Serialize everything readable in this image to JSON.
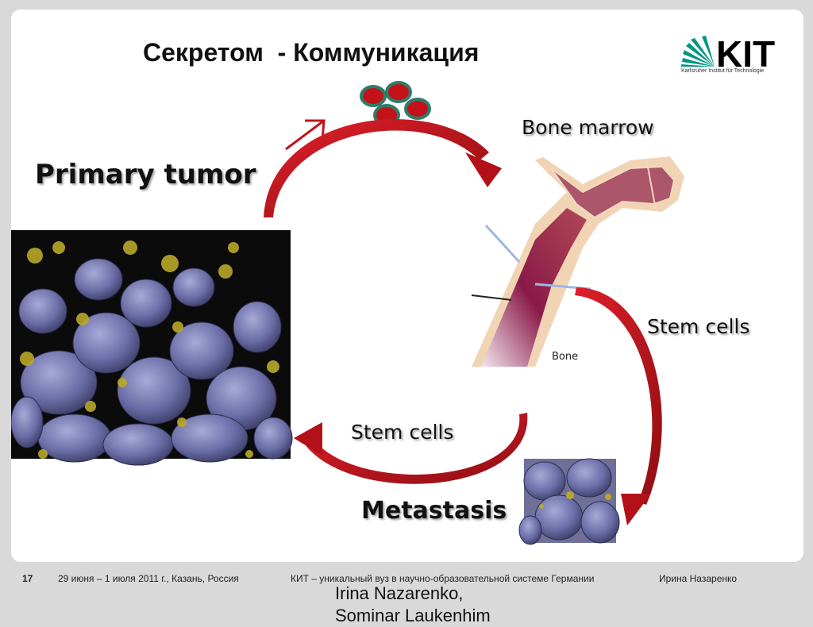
{
  "title": "Секретом  - Коммуникация",
  "logo": {
    "wordmark": "KIT",
    "subtitle": "Karlsruher Institut für Technologie",
    "color": "#009682"
  },
  "labels": {
    "primary_tumor": "Primary tumor",
    "bone_marrow": "Bone marrow",
    "stem_cells_right": "Stem cells",
    "stem_cells_bottom": "Stem cells",
    "metastasis": "Metastasis",
    "bone": "Bone"
  },
  "footer": {
    "page_number": "17",
    "date_place": "29 июня – 1 июля 2011 г., Казань, Россия",
    "kit_tagline": "КИТ – уникальный вуз в научно-образовательной системе Германии",
    "author": "Ирина Назаренко"
  },
  "overflow_text": {
    "line1": "Irina Nazarenko,",
    "line2": "Sominar Laukenhim"
  },
  "colors": {
    "arrow": "#c0141c",
    "cell": "#c4121a",
    "cell_border": "#2e7d6a",
    "background": "#d9d9d9"
  }
}
